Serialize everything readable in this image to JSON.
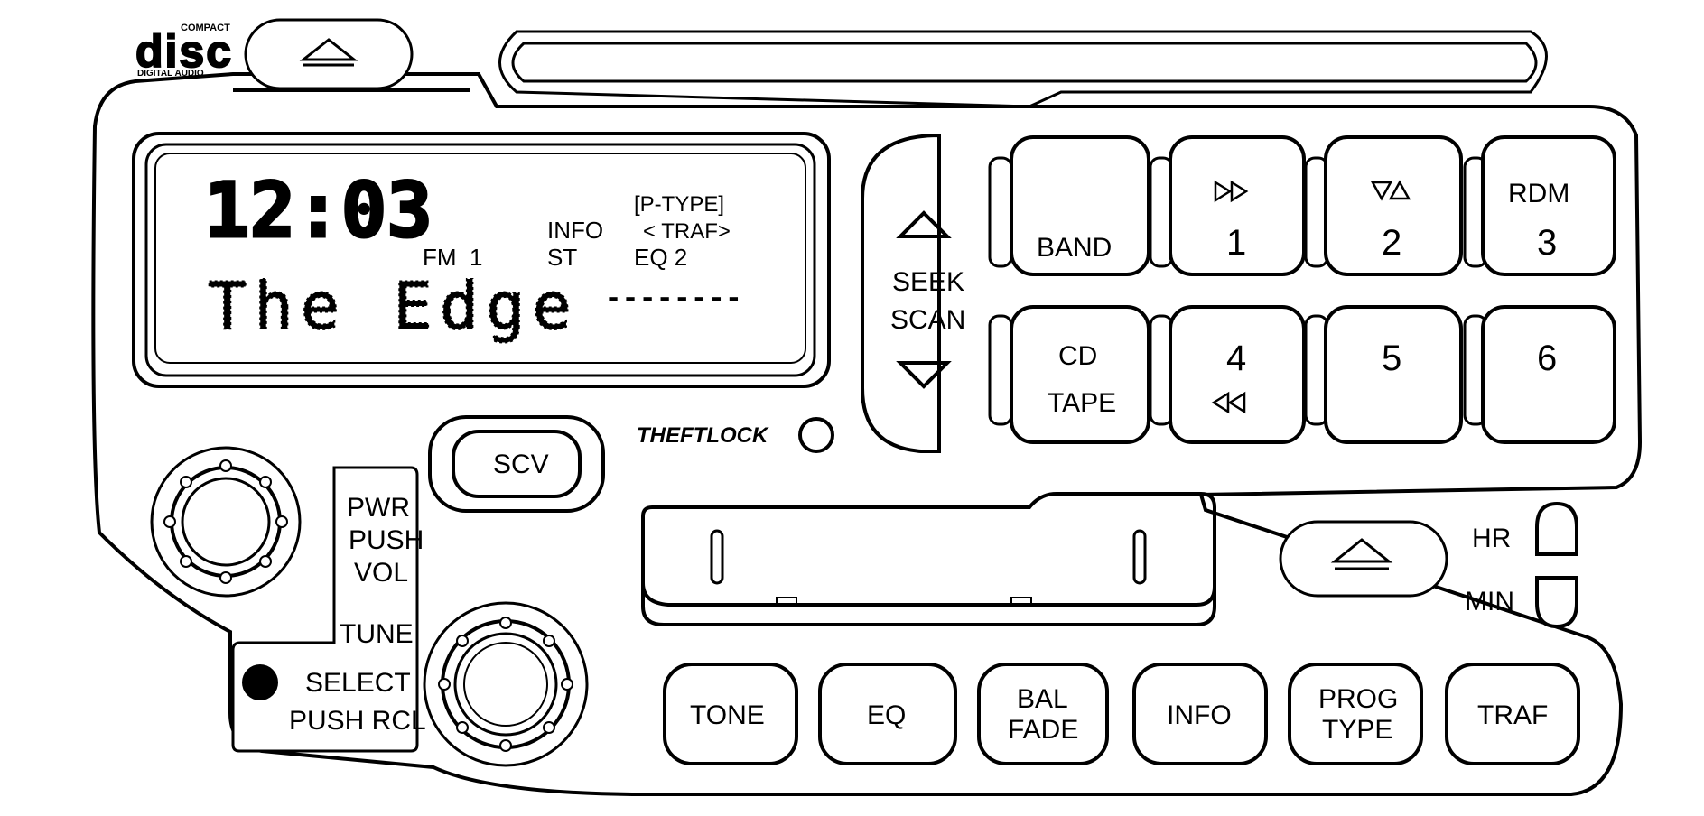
{
  "logo": {
    "top": "COMPACT",
    "word": "disc",
    "bottom": "DIGITAL AUDIO"
  },
  "display": {
    "clock": "12:03",
    "band": "FM  1",
    "info": "INFO",
    "stereo": "ST",
    "ptype": "[P-TYPE]",
    "traf": "< TRAF>",
    "eq": "EQ 2",
    "station": "The Edge",
    "dashes": "--------"
  },
  "seek": {
    "line1": "SEEK",
    "line2": "SCAN",
    "up_icon": "triangle-up",
    "down_icon": "triangle-down"
  },
  "buttons": {
    "band": "BAND",
    "cd": "CD",
    "tape": "TAPE",
    "preset1_icon": "fast-forward",
    "preset1": "1",
    "preset2_icon": "side-swap",
    "preset2": "2",
    "preset3_top": "RDM",
    "preset3": "3",
    "preset4": "4",
    "preset4_icon": "rewind",
    "preset5": "5",
    "preset6": "6",
    "scv": "SCV",
    "tone": "TONE",
    "eq": "EQ",
    "bal": "BAL",
    "fade": "FADE",
    "info": "INFO",
    "prog": "PROG",
    "type": "TYPE",
    "traf": "TRAF"
  },
  "labels": {
    "theftlock": "THEFTLOCK",
    "pwr": "PWR",
    "push": "PUSH",
    "vol": "VOL",
    "tune": "TUNE",
    "select": "SELECT",
    "push_rcl": "PUSH RCL",
    "hr": "HR",
    "min": "MIN"
  }
}
